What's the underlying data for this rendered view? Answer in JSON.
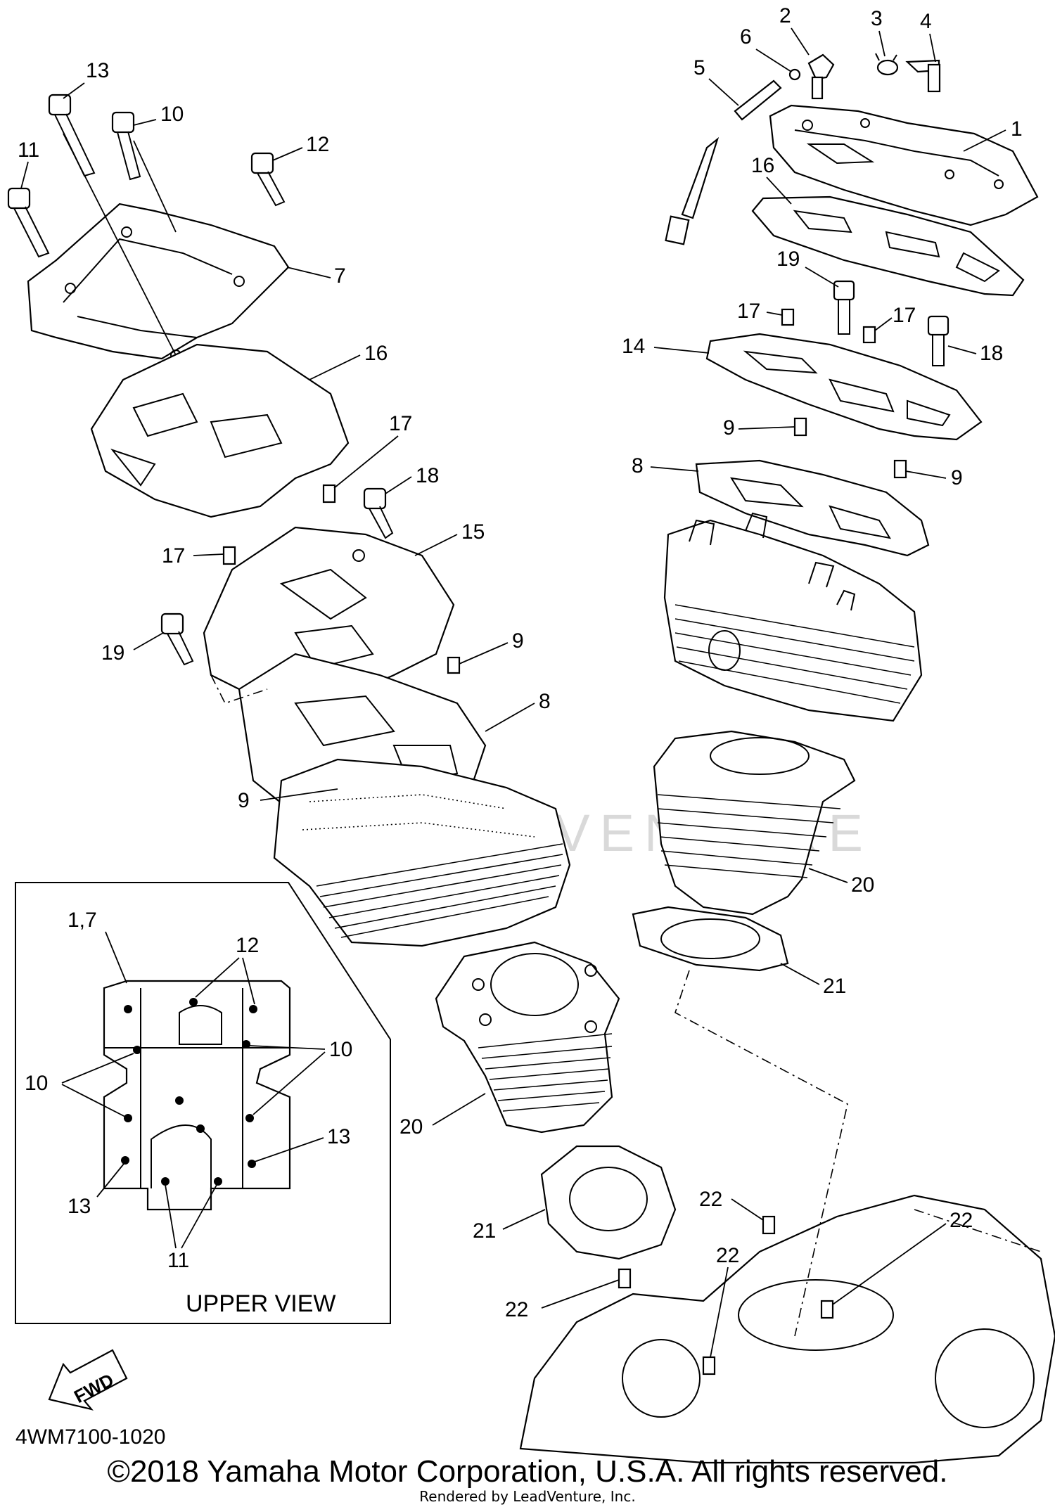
{
  "diagram": {
    "callouts": [
      {
        "id": "c-2",
        "text": "2"
      },
      {
        "id": "c-3",
        "text": "3"
      },
      {
        "id": "c-4",
        "text": "4"
      },
      {
        "id": "c-6",
        "text": "6"
      },
      {
        "id": "c-5",
        "text": "5"
      },
      {
        "id": "c-1",
        "text": "1"
      },
      {
        "id": "c-16a",
        "text": "16"
      },
      {
        "id": "c-19a",
        "text": "19"
      },
      {
        "id": "c-17a",
        "text": "17"
      },
      {
        "id": "c-17b",
        "text": "17"
      },
      {
        "id": "c-18a",
        "text": "18"
      },
      {
        "id": "c-14",
        "text": "14"
      },
      {
        "id": "c-9a",
        "text": "9"
      },
      {
        "id": "c-9b",
        "text": "9"
      },
      {
        "id": "c-8a",
        "text": "8"
      },
      {
        "id": "c-13",
        "text": "13"
      },
      {
        "id": "c-10",
        "text": "10"
      },
      {
        "id": "c-11",
        "text": "11"
      },
      {
        "id": "c-12",
        "text": "12"
      },
      {
        "id": "c-7",
        "text": "7"
      },
      {
        "id": "c-16b",
        "text": "16"
      },
      {
        "id": "c-17c",
        "text": "17"
      },
      {
        "id": "c-18b",
        "text": "18"
      },
      {
        "id": "c-15",
        "text": "15"
      },
      {
        "id": "c-17d",
        "text": "17"
      },
      {
        "id": "c-19b",
        "text": "19"
      },
      {
        "id": "c-9c",
        "text": "9"
      },
      {
        "id": "c-8b",
        "text": "8"
      },
      {
        "id": "c-9d",
        "text": "9"
      },
      {
        "id": "c-20a",
        "text": "20"
      },
      {
        "id": "c-21a",
        "text": "21"
      },
      {
        "id": "c-20b",
        "text": "20"
      },
      {
        "id": "c-21b",
        "text": "21"
      },
      {
        "id": "c-22a",
        "text": "22"
      },
      {
        "id": "c-22b",
        "text": "22"
      },
      {
        "id": "c-22c",
        "text": "22"
      },
      {
        "id": "c-22d",
        "text": "22"
      }
    ],
    "upper_view": {
      "title": "UPPER VIEW",
      "labels": {
        "l17": "1,7",
        "l12": "12",
        "l10a": "10",
        "l10b": "10",
        "l13a": "13",
        "l13b": "13",
        "l11": "11"
      }
    },
    "fwd_label": "FWD",
    "watermark": "LEADVENTURE",
    "diagram_id": "4WM7100-1020"
  },
  "footer": {
    "copyright": "©2018 Yamaha Motor Corporation, U.S.A. All rights reserved.",
    "rendered_by": "Rendered by LeadVenture, Inc."
  }
}
